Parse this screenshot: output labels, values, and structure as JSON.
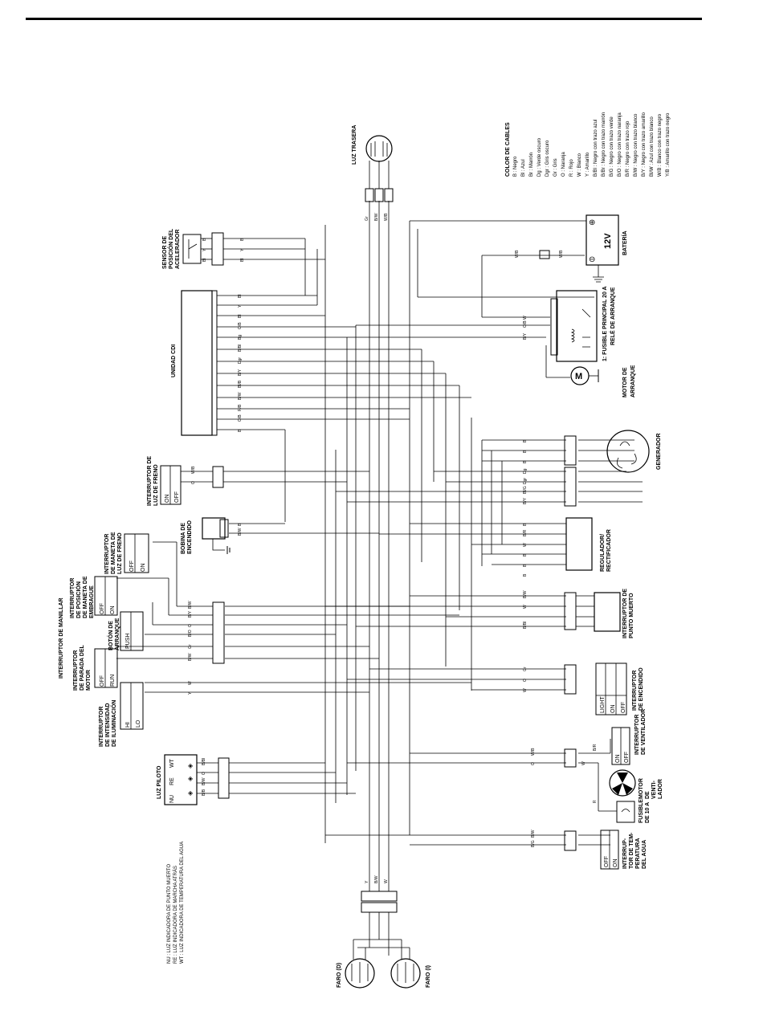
{
  "components": {
    "rear_light": "LUZ TRASERA",
    "throttle_sensor": [
      "SENSOR DE",
      "POSICIÓN DEL",
      "ACELERADOR"
    ],
    "battery": "BATERÍA",
    "battery_voltage": "12V",
    "fuse_main": "1: FUSIBLE PRINCIPAL 20 A",
    "starter_relay": "RELÉ DE ARRANQUE",
    "starter_motor": [
      "MOTOR DE",
      "ARRANQUE"
    ],
    "motor_symbol": "M",
    "cdi_unit": "UNIDAD CDI",
    "generator": "GENERADOR",
    "brake_switch": [
      "INTERRUPTOR DE",
      "LUZ DE FRENO"
    ],
    "ignition_coil": [
      "BOBINA DE",
      "ENCENDIDO"
    ],
    "regulator": [
      "REGULADOR/",
      "RECTIFICADOR"
    ],
    "neutral_switch": [
      "INTERRUPTOR DE",
      "PUNTO MUERTO"
    ],
    "ignition_switch": [
      "INTERRUPTOR",
      "DE ENCENDIDO"
    ],
    "fan_switch": [
      "INTERRUPTOR",
      "DE VENTILADOR"
    ],
    "fan_motor": [
      "MOTOR",
      "DE",
      "VENTI-",
      "LADOR"
    ],
    "fan_fuse": [
      "FUSIBLE",
      "DE 10 A"
    ],
    "water_temp_switch": [
      "INTERRUP-",
      "TOR DE TEM-",
      "PERATURA",
      "DEL AGUA"
    ],
    "handlebar_switch": "INTERRUPTOR DE MANILLAR",
    "front_brake_lever": [
      "INTERRUPTOR",
      "DE MANETA DE",
      "LUZ DE FRENO"
    ],
    "clutch_position": [
      "INTERRUPTOR",
      "DE POSICIÓN",
      "DE MANETA DE",
      "EMBRAGUE"
    ],
    "start_button": [
      "BOTÓN DE",
      "ARRANQUE"
    ],
    "engine_stop": [
      "INTERRUPTOR",
      "DE PARADA DEL",
      "MOTOR"
    ],
    "dimmer": [
      "INTERRUPTOR",
      "DE INTENSIDAD",
      "DE ILUMINACIÓN"
    ],
    "pilot_light": "LUZ PILOTO",
    "headlight_r": "FARO (D)",
    "headlight_l": "FARO (I)"
  },
  "switch_states": {
    "on": "ON",
    "off": "OFF",
    "run": "RUN",
    "push": "PUSH",
    "hi": "HI",
    "lo": "LO",
    "light": "LIGHT"
  },
  "pilot_codes": [
    "NU",
    "RE",
    "WT"
  ],
  "indicator_legend": [
    "NU  : LUZ INDICADORA DE PUNTO MUERTO",
    "RE  : LUZ INDICADORA DE MARCHA ATRÁS",
    "WT  : LUZ INDICADORA DE TEMPERATURA DEL AGUA"
  ],
  "color_legend_title": "COLOR DE CABLES",
  "color_legend": [
    "B    : Negro",
    "Bl   : Azul",
    "Br   : Marrón",
    "Dg   : Verde oscuro",
    "Dgr  : Gris oscuro",
    "Gr   : Gris",
    "O    : Naranja",
    "R    : Rojo",
    "W    : Blanco",
    "Y    : Amarillo",
    "B/Bl : Negro con trazo azul",
    "B/Br : Negro con trazo marrón",
    "B/G  : Negro con trazo verde",
    "B/O  : Negro con trazo naranja",
    "B/R  : Negro con trazo rojo",
    "B/W  : Negro con trazo blanco",
    "B/Y  : Negro con trazo amarillo",
    "Bl/W : Azul con trazo blanco",
    "W/B  : Blanco con trazo negro",
    "Y/B  : Amarillo con trazo negro"
  ],
  "wire_tags": {
    "rear": [
      "Gr",
      "B/W",
      "W/B"
    ],
    "throttle": [
      "B",
      "Y",
      "Bl"
    ],
    "cdi": [
      "Bl",
      "Y",
      "Bl",
      "O/B",
      "Bg",
      "B/Bl",
      "Dgr",
      "B/Y",
      "Bl/B",
      "B/W",
      "R/B",
      "O/B",
      "B"
    ],
    "battery": [
      "W/B",
      "W/B"
    ],
    "relay": [
      "W",
      "O/B",
      "B/Y"
    ],
    "generator": [
      "B",
      "B",
      "B",
      "Dg",
      "Dgr",
      "Bl/G",
      "B/Y"
    ],
    "brake": [
      "W/B",
      "O"
    ],
    "coil": [
      "B",
      "B/W"
    ],
    "regulator": [
      "B",
      "B/R",
      "W",
      "B",
      "B",
      "B"
    ],
    "handlebar": [
      "B/W",
      "B/Y",
      "O",
      "B/O",
      "Gr",
      "B/W"
    ],
    "neutral": [
      "B/W",
      "W",
      "B/Bl"
    ],
    "dimmer": [
      "W",
      "Y"
    ],
    "ignition": [
      "Gr",
      "O",
      "W"
    ],
    "pilot": [
      "B/Bl",
      "O",
      "B/W",
      "B/B"
    ],
    "fan": [
      "W/B",
      "O",
      "B/R",
      "W",
      "R"
    ],
    "temp": [
      "B/W",
      "B/G"
    ],
    "headlight": [
      "Y",
      "B/W",
      "W"
    ]
  }
}
